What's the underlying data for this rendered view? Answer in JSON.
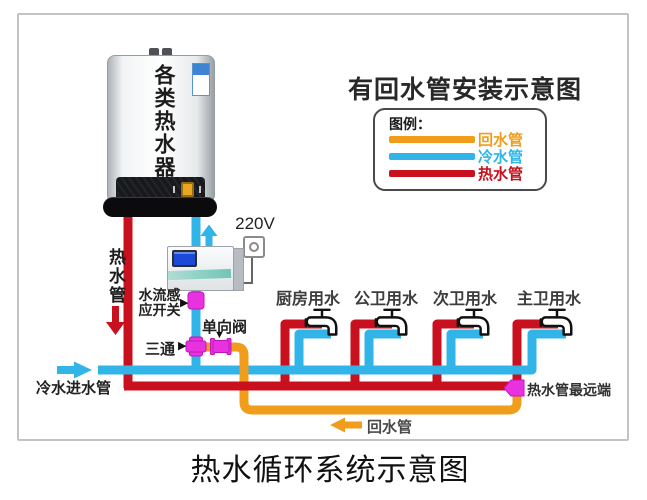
{
  "colors": {
    "hot": "#c8101e",
    "cold": "#31b4e8",
    "return": "#f09d1c",
    "fitting": "#e832e0"
  },
  "title": "有回水管安装示意图",
  "legend": {
    "heading": "图例：",
    "items": [
      {
        "label": "回水管",
        "key": "return"
      },
      {
        "label": "冷水管",
        "key": "cold"
      },
      {
        "label": "热水管",
        "key": "hot"
      }
    ]
  },
  "heater": {
    "label": "各类热水器"
  },
  "power": {
    "label": "220V"
  },
  "labels": {
    "hot_pipe": "热水管",
    "flow_switch_line1": "水流感",
    "flow_switch_line2": "应开关",
    "check_valve": "单向阀",
    "tee": "三通",
    "cold_inlet": "冷水进水管",
    "return_pipe": "回水管",
    "far_end": "热水管最远端"
  },
  "taps": [
    "厨房用水",
    "公卫用水",
    "次卫用水",
    "主卫用水"
  ],
  "caption": "热水循环系统示意图",
  "icons": {
    "pointer_right": "▶",
    "pointer_down": "▼"
  }
}
